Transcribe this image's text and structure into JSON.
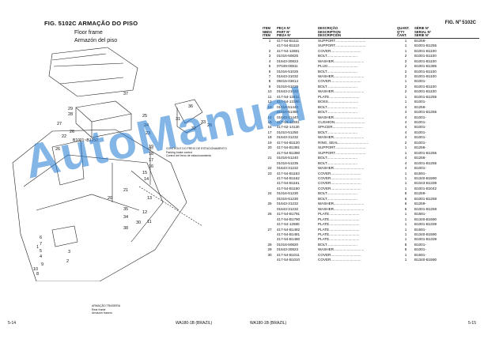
{
  "left_page": {
    "fig_title": "FIG. 5102C   ARMAÇÃO DO PISO",
    "subtitle_en": "Floor frame",
    "subtitle_es": "Armazón del piso",
    "serial_callout": "B1001~B1250",
    "annotation_1": "CONTROLE DO FREIO DE ESTACIONAMENTO\nParking brake control\nControl del freno de estacionamiento",
    "annotation_2": "ARMAÇÃO TRASEIRA\nRear frame\nArmazón trasero",
    "page_number": "5-14",
    "model": "WA180-1B     (BRAZIL)",
    "callouts": [
      "37",
      "29",
      "28",
      "27",
      "26",
      "25",
      "24",
      "23",
      "22",
      "21",
      "20",
      "19",
      "18",
      "17",
      "16",
      "15",
      "14",
      "13",
      "12",
      "11",
      "10",
      "9",
      "8",
      "7",
      "6",
      "5",
      "4",
      "3",
      "2",
      "1",
      "36",
      "35",
      "34",
      "33",
      "32",
      "31",
      "30",
      "38",
      "26",
      "26"
    ]
  },
  "right_page": {
    "fig_no": "FIG. Nº  5102C",
    "page_number": "5-15",
    "model": "WA180-1B     (BRAZIL)",
    "headers": {
      "item": "ITEM\nNBDX\nITEM",
      "part": "PEÇA Nº\nPART Nº\nPIEZA Nº",
      "desc": "DESCRIÇÃO\nDESCRIPTION\nDESCRIPCIÓN",
      "qty": "QUANT.\nQ'TY\nCANT.",
      "serial": "SÉRIE Nº\nSERIAL Nº\nSERIE Nº"
    },
    "rows": [
      {
        "item": "1",
        "part": "417-54-B1111",
        "desc": "SUPPORT",
        "qty": "1",
        "serial": "B1256-"
      },
      {
        "item": "",
        "part": "417-54-B1110",
        "desc": "SUPPORT",
        "qty": "1",
        "serial": "B1001-B1255"
      },
      {
        "item": "2",
        "part": "417-54-12881",
        "desc": "COVER",
        "qty": "1",
        "serial": "B1001-B1100"
      },
      {
        "item": "3",
        "part": "01016-50825",
        "desc": "BOLT",
        "qty": "2",
        "serial": "B1001-B1100"
      },
      {
        "item": "4",
        "part": "01643-30823",
        "desc": "WASHER",
        "qty": "2",
        "serial": "B1001-B1100"
      },
      {
        "item": "5",
        "part": "07049-00811",
        "desc": "PLUG",
        "qty": "2",
        "serial": "B1001-B1385"
      },
      {
        "item": "6",
        "part": "01016-51025",
        "desc": "BOLT",
        "qty": "2",
        "serial": "B1001-B1100"
      },
      {
        "item": "7",
        "part": "01643-31032",
        "desc": "WASHER",
        "qty": "2",
        "serial": "B1001-B1100"
      },
      {
        "item": "8",
        "part": "09415-03614",
        "desc": "COVER",
        "qty": "1",
        "serial": "B1001-"
      },
      {
        "item": "9",
        "part": "01016-51020",
        "desc": "BOLT",
        "qty": "2",
        "serial": "B1001-B1100"
      },
      {
        "item": "10",
        "part": "01643-21032",
        "desc": "WASHER",
        "qty": "2",
        "serial": "B1001-B1100"
      },
      {
        "item": "11",
        "part": "417-54-13411",
        "desc": "PLATE",
        "qty": "1",
        "serial": "B1001-B1255"
      },
      {
        "item": "12",
        "part": "417-54-13380",
        "desc": "BOSS",
        "qty": "1",
        "serial": "B1001-"
      },
      {
        "item": "13",
        "part": "01016-51440",
        "desc": "BOLT",
        "qty": "4",
        "serial": "B1256-"
      },
      {
        "item": "",
        "part": "01016-51480",
        "desc": "BOLT",
        "qty": "4",
        "serial": "B1001-B1255"
      },
      {
        "item": "14",
        "part": "01643-31440",
        "desc": "WASHER",
        "qty": "4",
        "serial": "B1001-"
      },
      {
        "item": "15",
        "part": "417-54-12281",
        "desc": "CUSHION",
        "qty": "4",
        "serial": "B1001-"
      },
      {
        "item": "16",
        "part": "417-62-14130",
        "desc": "SPACER",
        "qty": "4",
        "serial": "B1001-"
      },
      {
        "item": "17",
        "part": "01010-51250",
        "desc": "BOLT",
        "qty": "4",
        "serial": "B1001-"
      },
      {
        "item": "18",
        "part": "01643-31232",
        "desc": "WASHER",
        "qty": "4",
        "serial": "B1001-"
      },
      {
        "item": "19",
        "part": "417-54-B1120",
        "desc": "RING, SEAL",
        "qty": "2",
        "serial": "B1001-"
      },
      {
        "item": "20",
        "part": "417-54-B1381",
        "desc": "SUPPORT",
        "qty": "1",
        "serial": "B1256-"
      },
      {
        "item": "",
        "part": "417-54-B1380",
        "desc": "SUPPORT",
        "qty": "1",
        "serial": "B1001-B1255"
      },
      {
        "item": "21",
        "part": "01016-51240",
        "desc": "BOLT",
        "qty": "4",
        "serial": "B1256-"
      },
      {
        "item": "",
        "part": "01016-51235",
        "desc": "BOLT",
        "qty": "4",
        "serial": "B1001-B1255"
      },
      {
        "item": "22",
        "part": "01643-31232",
        "desc": "WASHER",
        "qty": "4",
        "serial": "B1001-"
      },
      {
        "item": "23",
        "part": "417-54-B1163",
        "desc": "COVER",
        "qty": "1",
        "serial": "B1591-"
      },
      {
        "item": "",
        "part": "417-54-B1162",
        "desc": "COVER",
        "qty": "1",
        "serial": "B1340-B1590"
      },
      {
        "item": "",
        "part": "417-54-B1161",
        "desc": "COVER",
        "qty": "1",
        "serial": "B1043-B1339"
      },
      {
        "item": "",
        "part": "417-54-B1160",
        "desc": "COVER",
        "qty": "1",
        "serial": "B1001-B1042"
      },
      {
        "item": "24",
        "part": "01016-51230",
        "desc": "BOLT",
        "qty": "6",
        "serial": "B1259-"
      },
      {
        "item": "",
        "part": "01016-51230",
        "desc": "BOLT",
        "qty": "6",
        "serial": "B1001-B1258"
      },
      {
        "item": "25",
        "part": "01643-31232",
        "desc": "WASHER",
        "qty": "6",
        "serial": "B1259-"
      },
      {
        "item": "",
        "part": "01643-31232",
        "desc": "WASHER",
        "qty": "6",
        "serial": "B1001-B1258"
      },
      {
        "item": "26",
        "part": "417-54-B1791",
        "desc": "PLATE",
        "qty": "1",
        "serial": "B1591-"
      },
      {
        "item": "",
        "part": "417-54-B1790",
        "desc": "PLATE",
        "qty": "1",
        "serial": "B1340-B1590"
      },
      {
        "item": "",
        "part": "417-54-12580",
        "desc": "PLATE",
        "qty": "1",
        "serial": "B1001-B1339"
      },
      {
        "item": "27",
        "part": "417-54-B1482",
        "desc": "PLATE",
        "qty": "1",
        "serial": "B1591-"
      },
      {
        "item": "",
        "part": "417-54-B1481",
        "desc": "PLATE",
        "qty": "1",
        "serial": "B1340-B1590"
      },
      {
        "item": "",
        "part": "417-54-B1480",
        "desc": "PLATE",
        "qty": "1",
        "serial": "B1001-B1339"
      },
      {
        "item": "28",
        "part": "01016-50820",
        "desc": "BOLT",
        "qty": "8",
        "serial": "B1001-"
      },
      {
        "item": "29",
        "part": "01643-30823",
        "desc": "WASHER",
        "qty": "8",
        "serial": "B1001-"
      },
      {
        "item": "30",
        "part": "417-54-B1011",
        "desc": "COVER",
        "qty": "1",
        "serial": "B1591-"
      },
      {
        "item": "",
        "part": "417-54-B1010",
        "desc": "COVER",
        "qty": "1",
        "serial": "B1340-B1590"
      }
    ]
  },
  "watermark": "AutoManual",
  "colors": {
    "watermark": "#1e78d2",
    "ink": "#111111"
  }
}
